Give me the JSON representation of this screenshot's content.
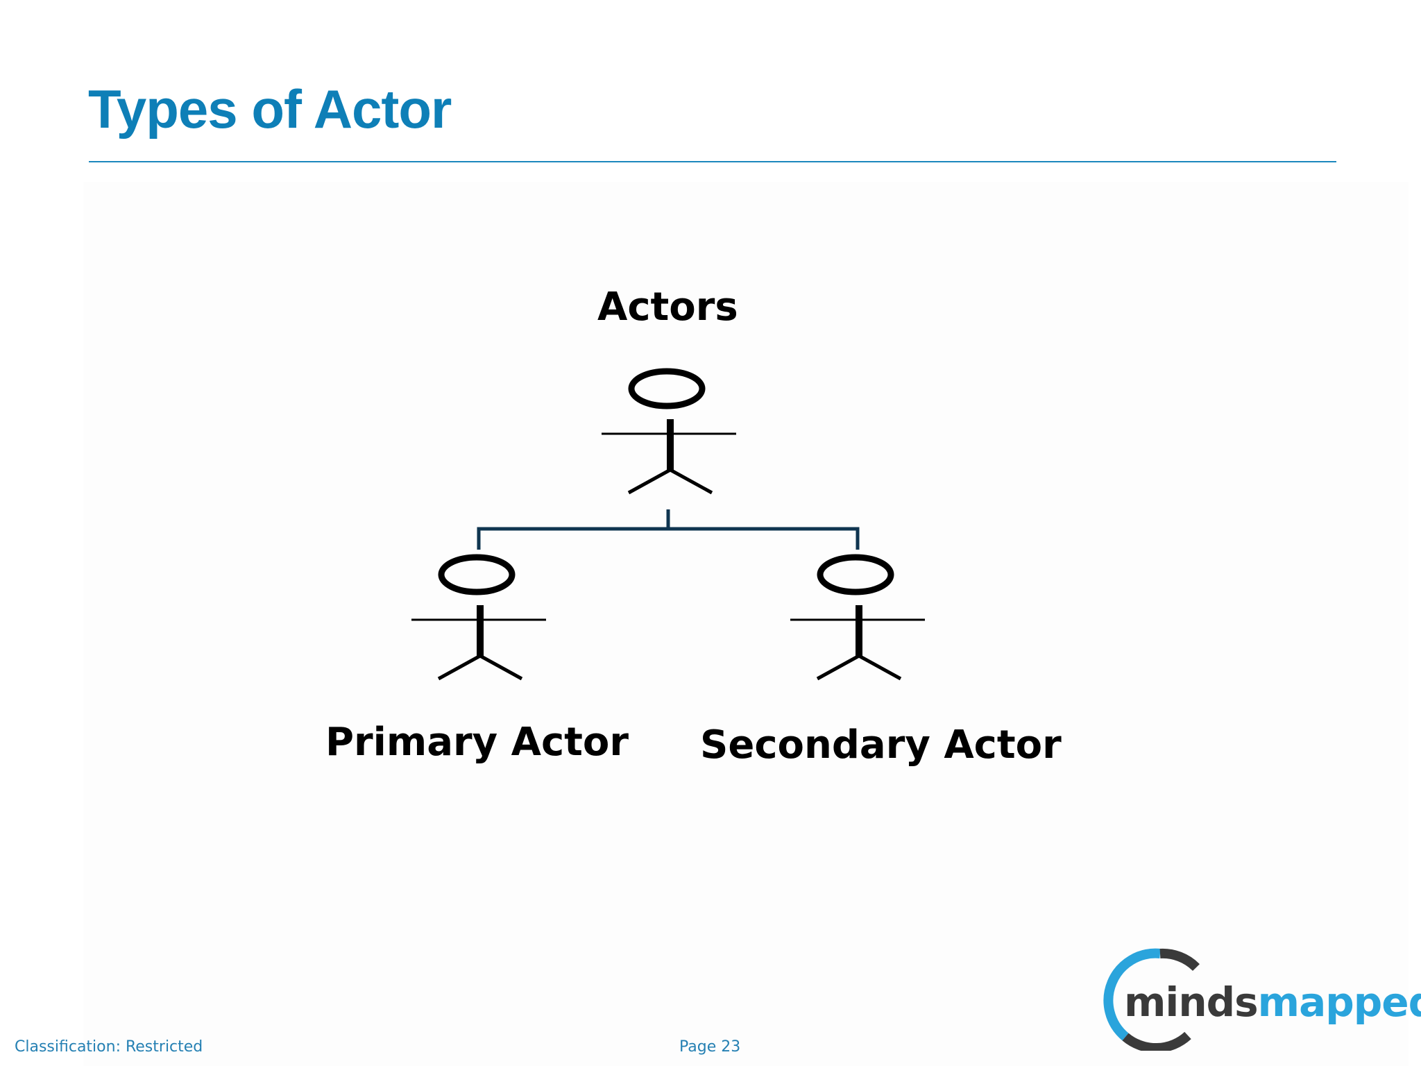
{
  "slide": {
    "title": "Types of Actor",
    "title_color": "#0e7fb7"
  },
  "diagram": {
    "root": {
      "label": "Actors",
      "icon": "stick-figure-icon"
    },
    "children": [
      {
        "label": "Primary Actor",
        "icon": "stick-figure-icon"
      },
      {
        "label": "Secondary Actor",
        "icon": "stick-figure-icon"
      }
    ],
    "connector_color": "#0f3550"
  },
  "footer": {
    "classification": "Classification: Restricted",
    "page": "Page 23"
  },
  "logo": {
    "part1": "minds",
    "part2": "mapped",
    "ring_colors": [
      "#2aa4dc",
      "#3a3a3a"
    ]
  }
}
